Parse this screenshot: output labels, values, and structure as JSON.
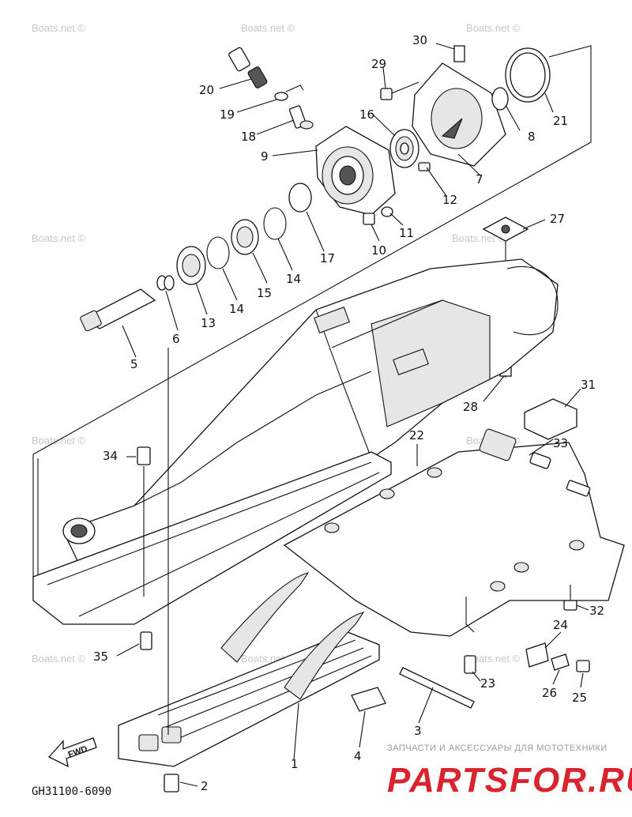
{
  "watermark": "Boats.net ©",
  "diagram_code": "GH31100-6090",
  "fwd_label": "FWD",
  "brand": {
    "tagline": "ЗАПЧАСТИ И АКСЕССУАРЫ ДЛЯ МОТОТЕХНИКИ",
    "name": "PARTSFOR.RU",
    "color": "#d9232d"
  },
  "callouts": {
    "c1": "1",
    "c2": "2",
    "c3": "3",
    "c4": "4",
    "c5": "5",
    "c6": "6",
    "c7": "7",
    "c8": "8",
    "c9": "9",
    "c10": "10",
    "c11": "11",
    "c12": "12",
    "c13": "13",
    "c14a": "14",
    "c14b": "14",
    "c15": "15",
    "c16": "16",
    "c17": "17",
    "c18": "18",
    "c19": "19",
    "c20": "20",
    "c21": "21",
    "c22": "22",
    "c23": "23",
    "c24": "24",
    "c25": "25",
    "c26": "26",
    "c27": "27",
    "c28": "28",
    "c29": "29",
    "c30": "30",
    "c31": "31",
    "c32": "32",
    "c33": "33",
    "c34": "34",
    "c35": "35"
  }
}
